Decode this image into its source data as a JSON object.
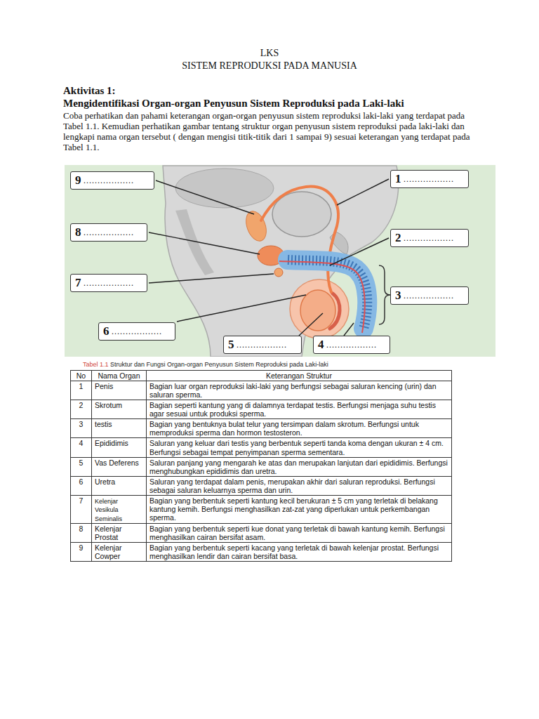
{
  "diagram": {
    "title": "LKS",
    "nodes": [
      {
        "text": [
          "9",
          "………………"
        ]
      },
      {
        "text": [
          "1",
          "………………"
        ]
      },
      {
        "text": [
          "8",
          "………………"
        ]
      },
      {
        "text": [
          "2",
          "………………"
        ]
      },
      {
        "text": [
          "7",
          "………………"
        ]
      },
      {
        "text": [
          "3",
          "………………"
        ]
      },
      {
        "text": [
          "6",
          "………………"
        ]
      },
      {
        "text": [
          "5",
          "………………"
        ]
      },
      {
        "text": [
          "4",
          "………………"
        ]
      }
    ],
    "labels": [
      "SISTEM REPRODUKSI PADA MANUSIA",
      "Aktivitas 1:",
      "Mengidentifikasi Organ-organ Penyusun Sistem Reproduksi pada Laki-laki",
      "Coba perhatikan dan pahami keterangan organ-organ penyusun sistem reproduksi laki-laki yang terdapat pada Tabel 1.1. Kemudian perhatikan gambar tentang struktur organ penyusun sistem reproduksi pada laki-laki dan lengkapi nama organ tersebut ( dengan mengisi titik-titik dari 1 sampai 9) sesuai keterangan yang terdapat pada Tabel 1.1.",
      "Tabel 1.1",
      "Struktur dan Fungsi Organ-organ Penyusun Sistem Reproduksi pada Laki-laki",
      "No",
      "Nama Organ",
      "Keterangan Struktur",
      "1",
      "Penis",
      "Bagian luar organ reproduksi laki-laki yang berfungsi sebagai saluran kencing (urin) dan saluran sperma.",
      "2",
      "Skrotum",
      "Bagian seperti kantung yang di dalamnya terdapat testis. Berfungsi menjaga suhu testis agar sesuai untuk produksi sperma.",
      "3",
      "testis",
      "Bagian yang bentuknya bulat telur yang tersimpan dalam skrotum. Berfungsi untuk memproduksi sperma dan hormon testosteron.",
      "4",
      "Epididimis",
      "Saluran yang keluar dari testis yang berbentuk seperti tanda koma dengan ukuran ± 4 cm. Berfungsi sebagai tempat penyimpanan sperma sementara.",
      "5",
      "Vas Deferens",
      "Saluran panjang yang mengarah ke atas dan merupakan lanjutan dari epididimis. Berfungsi menghubungkan epididimis dan uretra.",
      "6",
      "Uretra",
      "Saluran yang terdapat dalam penis, merupakan akhir dari saluran reproduksi. Berfungsi sebagai saluran keluarnya sperma dan urin.",
      "7",
      "Kelenjar Vesikula Seminalis",
      "Bagian yang berbentuk seperti kantung kecil berukuran ± 5 cm yang terletak di belakang kantung kemih. Berfungsi menghasilkan zat-zat yang diperlukan untuk perkembangan sperma.",
      "8",
      "Kelenjar Prostat",
      "Bagian yang berbentuk seperti kue donat yang terletak di bawah kantung kemih. Berfungsi menghasilkan cairan bersifat asam.",
      "9",
      "Kelenjar Cowper",
      "Bagian yang berbentuk seperti kacang yang terletak di bawah kelenjar prostat. Berfungsi menghasilkan lendir dan cairan bersifat basa."
    ]
  }
}
